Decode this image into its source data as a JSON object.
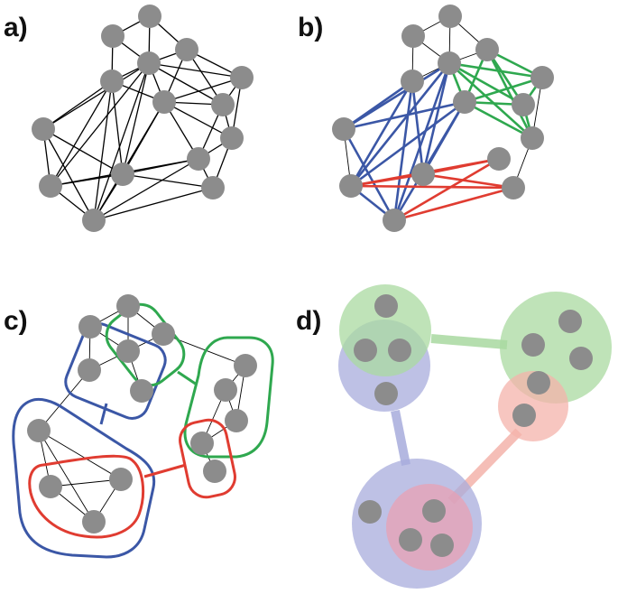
{
  "panels": {
    "a": {
      "label": "a)"
    },
    "b": {
      "label": "b)"
    },
    "c": {
      "label": "c)"
    },
    "d": {
      "label": "d)"
    }
  },
  "colors": {
    "node": "#8c8c8c",
    "edge": "#000000",
    "community_blue": "#3b57a6",
    "community_green": "#2fa84f",
    "community_red": "#e03c31",
    "blob_blue": "#a8acdc",
    "blob_green": "#a9d9a0",
    "blob_red": "#f4b3ab"
  }
}
